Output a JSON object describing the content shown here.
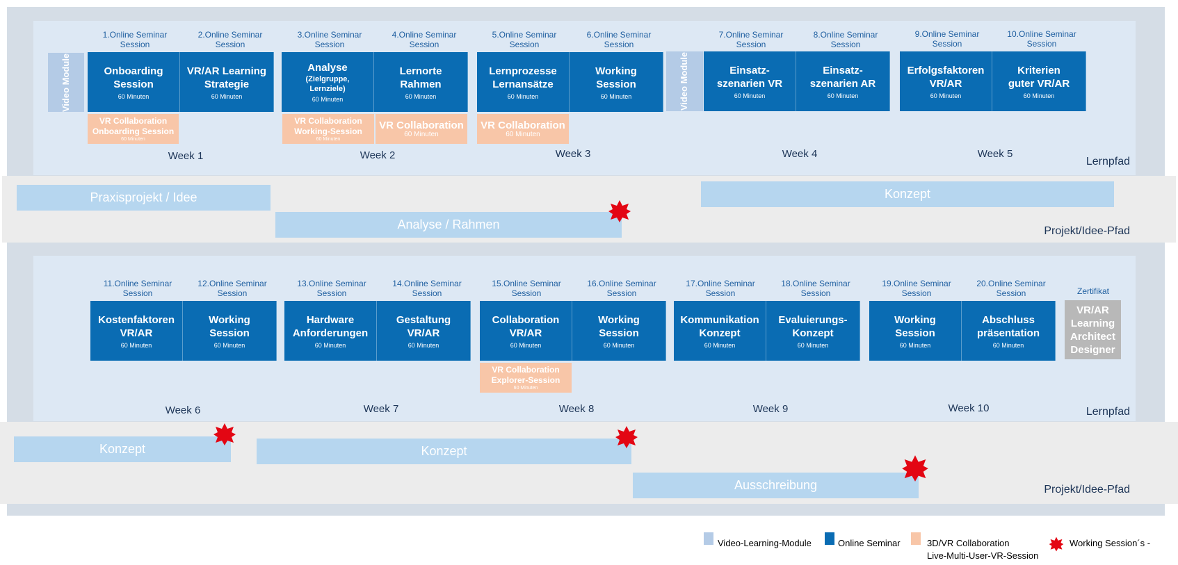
{
  "colors": {
    "online_seminar": "#0a6cb3",
    "video_module": "#b4cbe6",
    "collaboration": "#f8c6a8",
    "project_bar": "#b6d6ef",
    "certificate": "#b8b8b8",
    "working_session_star": "#e30613"
  },
  "video_label": "Video Module",
  "duration": "60 Minuten",
  "seminars": [
    {
      "label": "1.Online Seminar Session",
      "title": "Onboarding Session"
    },
    {
      "label": "2.Online Seminar Session",
      "title": "VR/AR Learning Strategie"
    },
    {
      "label": "3.Online Seminar Session",
      "title": "Analyse",
      "subtitle": "(Zielgruppe, Lernziele)"
    },
    {
      "label": "4.Online Seminar Session",
      "title": "Lernorte Rahmen"
    },
    {
      "label": "5.Online Seminar Session",
      "title": "Lernprozesse Lernansätze"
    },
    {
      "label": "6.Online Seminar Session",
      "title": "Working Session"
    },
    {
      "label": "7.Online Seminar Session",
      "title": "Einsatz-szenarien VR"
    },
    {
      "label": "8.Online Seminar Session",
      "title": "Einsatz-szenarien AR"
    },
    {
      "label": "9.Online Seminar Session",
      "title": "Erfolgsfaktoren VR/AR"
    },
    {
      "label": "10.Online Seminar Session",
      "title": "Kriterien guter VR/AR"
    },
    {
      "label": "11.Online Seminar Session",
      "title": "Kostenfaktoren VR/AR"
    },
    {
      "label": "12.Online Seminar Session",
      "title": "Working Session"
    },
    {
      "label": "13.Online Seminar Session",
      "title": "Hardware Anforderungen"
    },
    {
      "label": "14.Online Seminar Session",
      "title": "Gestaltung VR/AR"
    },
    {
      "label": "15.Online Seminar Session",
      "title": "Collaboration VR/AR"
    },
    {
      "label": "16.Online Seminar Session",
      "title": "Working Session"
    },
    {
      "label": "17.Online Seminar Session",
      "title": "Kommunikation Konzept"
    },
    {
      "label": "18.Online Seminar Session",
      "title": "Evaluierungs-Konzept"
    },
    {
      "label": "19.Online Seminar Session",
      "title": "Working Session"
    },
    {
      "label": "20.Online Seminar Session",
      "title": "Abschluss präsentation"
    }
  ],
  "collabs": [
    {
      "title": "VR Collaboration Onboarding Session",
      "duration": "60 Minuten"
    },
    {
      "title": "VR Collaboration Working-Session",
      "duration": "60 Minuten"
    },
    {
      "title": "VR Collaboration",
      "duration": "60 Minuten"
    },
    {
      "title": "VR Collaboration",
      "duration": "60 Minuten"
    },
    {
      "title": "VR Collaboration Explorer-Session",
      "duration": "60 Minuten"
    }
  ],
  "weeks": [
    "Week 1",
    "Week 2",
    "Week 3",
    "Week 4",
    "Week 5",
    "Week 6",
    "Week 7",
    "Week 8",
    "Week 9",
    "Week 10"
  ],
  "lernpfad_label": "Lernpfad",
  "projekt_label": "Projekt/Idee-Pfad",
  "project_bars": [
    "Praxisprojekt / Idee",
    "Analyse / Rahmen",
    "Konzept",
    "Konzept",
    "Konzept",
    "Ausschreibung"
  ],
  "certificate": {
    "label": "Zertifikat",
    "title": "VR/AR Learning Architect Designer"
  },
  "legend": {
    "video": "Video-Learning-Module",
    "seminar": "Online Seminar",
    "collab_line1": "3D/VR Collaboration",
    "collab_line2": "Live-Multi-User-VR-Session",
    "working": "Working Session´s -"
  }
}
